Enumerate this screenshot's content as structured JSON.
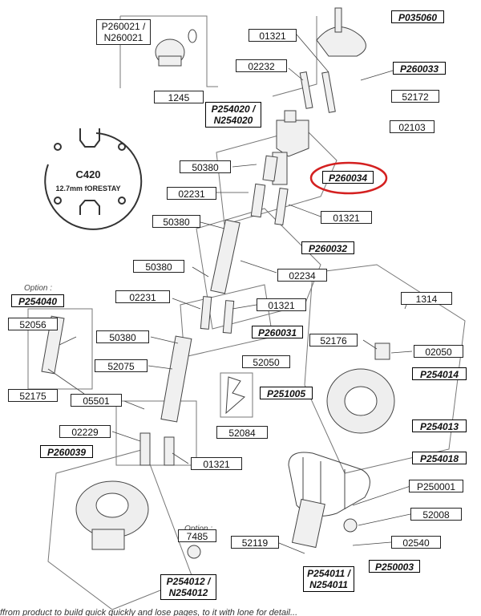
{
  "profile": {
    "name": "C420",
    "caption": "12.7mm fORESTAY"
  },
  "option_labels": [
    "Option :",
    "Option :"
  ],
  "parts": {
    "p035060": "P035060",
    "n01321_top": "01321",
    "p260021": "P260021 /\nN260021",
    "n02232": "02232",
    "p260033": "P260033",
    "n52172": "52172",
    "n1245": "1245",
    "p254020": "P254020 /\nN254020",
    "n02103": "02103",
    "n50380_a": "50380",
    "p260034": "P260034",
    "n02231_a": "02231",
    "n01321_b": "01321",
    "n50380_b": "50380",
    "p260032": "P260032",
    "n50380_c": "50380",
    "n02234": "02234",
    "p254040": "P254040",
    "n02231_b": "02231",
    "n01321_c": "01321",
    "n1314": "1314",
    "n52056": "52056",
    "n50380_d": "50380",
    "p260031": "P260031",
    "n52176": "52176",
    "n02050": "02050",
    "n52050": "52050",
    "n52075": "52075",
    "p254014": "P254014",
    "n52175": "52175",
    "n05501": "05501",
    "p251005": "P251005",
    "n02229": "02229",
    "p254013": "P254013",
    "p260039": "P260039",
    "n01321_d": "01321",
    "n52084": "52084",
    "p254018": "P254018",
    "p250001": "P250001",
    "n52008": "52008",
    "n7485": "7485",
    "n52119": "52119",
    "n02540": "02540",
    "p250003": "P250003",
    "p254011": "P254011 /\nN254011",
    "p254012": "P254012 /\nN254012"
  },
  "highlight": {
    "part": "P260034",
    "color": "#d42020"
  },
  "footer_text": "ffrom product to build quick quickly and lose pages, to it with lone for detail... "
}
